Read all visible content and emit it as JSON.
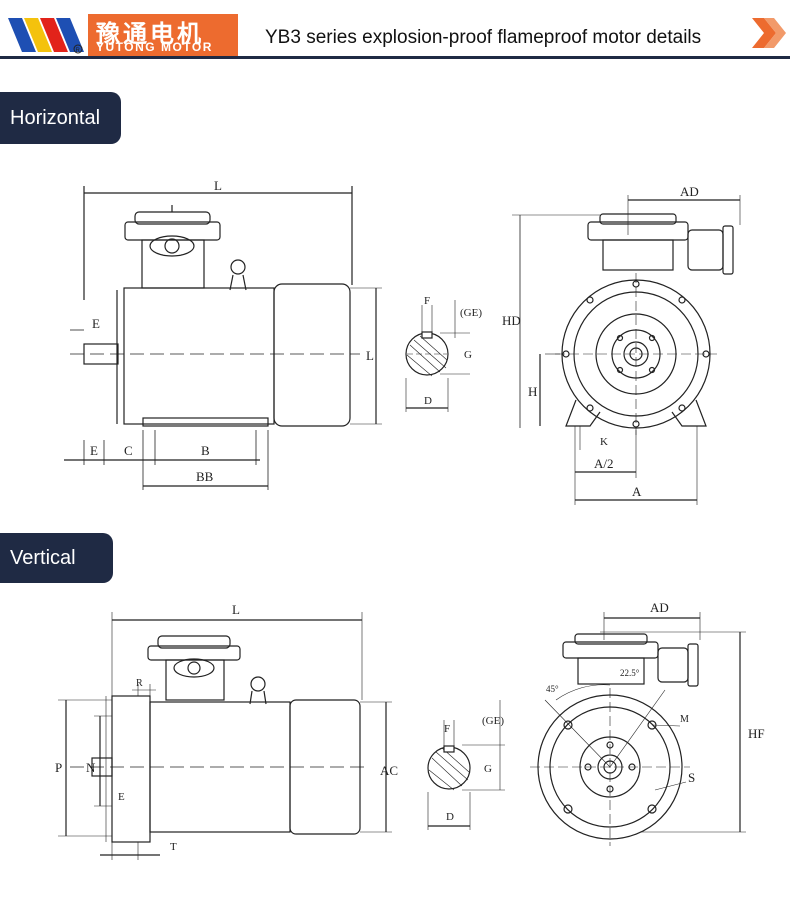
{
  "header": {
    "brand_cn": "豫通电机",
    "brand_en": "YUTONG MOTOR",
    "title": "YB3 series explosion-proof flameproof motor details",
    "colors": {
      "accent": "#ed6b2f",
      "navy": "#1f2a44",
      "logo_blue": "#1e4fb3",
      "logo_yellow": "#f4c20d",
      "logo_red": "#e2231a"
    }
  },
  "sections": {
    "horizontal": "Horizontal",
    "vertical": "Vertical"
  },
  "dims": {
    "h_L": "L",
    "h_E_side": "E",
    "h_E_bottom": "E",
    "h_C": "C",
    "h_B": "B",
    "h_BB": "BB",
    "h_L_right": "L",
    "h_F": "F",
    "h_GE": "(GE)",
    "h_G": "G",
    "h_D": "D",
    "h_AD": "AD",
    "h_HD": "HD",
    "h_H": "H",
    "h_K": "K",
    "h_A2": "A/2",
    "h_A": "A",
    "v_L": "L",
    "v_R": "R",
    "v_P": "P",
    "v_N": "N",
    "v_E": "E",
    "v_T": "T",
    "v_AC": "AC",
    "v_F": "F",
    "v_GE": "(GE)",
    "v_G": "G",
    "v_D": "D",
    "v_AD": "AD",
    "v_HF": "HF",
    "v_M": "M",
    "v_S": "S",
    "v_45": "45°",
    "v_225": "22.5°"
  }
}
